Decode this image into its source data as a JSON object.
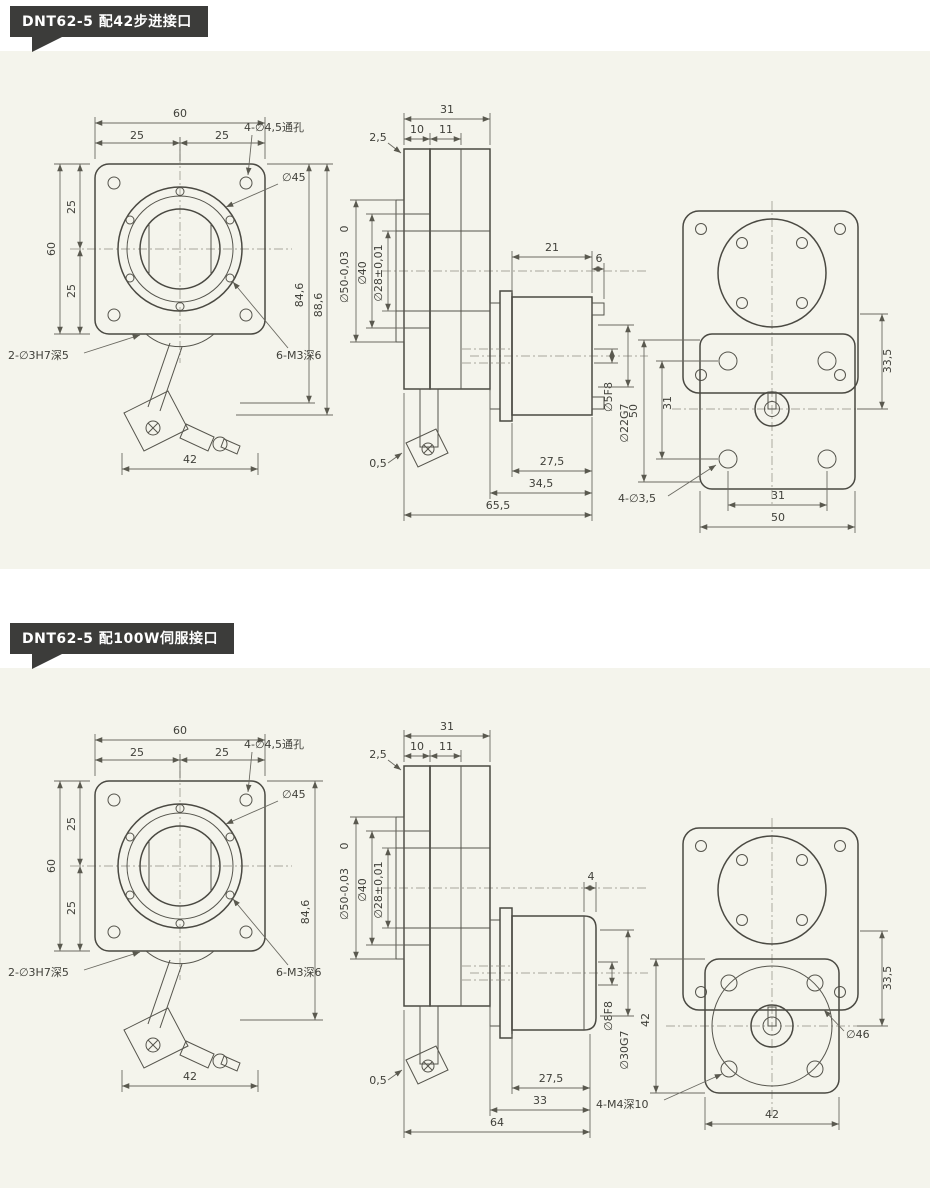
{
  "palette": {
    "panel_bg": "#f4f4ec",
    "badge_bg": "#3c3c3a",
    "badge_text": "#ffffff",
    "line": "#55544c",
    "dim": "#6b6a62",
    "text": "#40403a"
  },
  "sections": [
    {
      "title": "DNT62-5 配42步进接口",
      "front": {
        "dim_width_total": "60",
        "dim_width_left": "25",
        "dim_width_right": "25",
        "label_through_holes": "4-∅4,5通孔",
        "label_flange_dia": "∅45",
        "dim_height_total": "60",
        "dim_height_upper": "25",
        "dim_height_lower": "25",
        "label_pin_holes": "2-∅3H7深5",
        "label_tapped_holes": "6-M3深6",
        "dim_motor_width": "42",
        "dim_body_height": "84,6",
        "dim_overall_height": "88,6"
      },
      "side": {
        "dim_depth_total": "31",
        "dim_depth_plate": "10",
        "dim_depth_body": "11",
        "dim_step_front": "2,5",
        "tol_upper": "0",
        "dia_pilot": "∅50-0,03",
        "dia_recess": "∅40",
        "dia_bore": "∅28±0,01",
        "dim_motor_depth": "21",
        "dim_terminal_depth": "6",
        "dia_motor_shaft": "∅5F8",
        "dia_motor_spigot": "∅22G7",
        "dim_step_rear": "0,5",
        "dim_bottom_a": "27,5",
        "dim_bottom_b": "34,5",
        "dim_bottom_total": "65,5"
      },
      "rear": {
        "dim_left_outer": "50",
        "dim_left_inner": "31",
        "dim_right_offset": "33,5",
        "dim_bottom_inner": "31",
        "dim_bottom_outer": "50",
        "label_mount_holes": "4-∅3,5"
      }
    },
    {
      "title": "DNT62-5 配100W伺服接口",
      "front": {
        "dim_width_total": "60",
        "dim_width_left": "25",
        "dim_width_right": "25",
        "label_through_holes": "4-∅4,5通孔",
        "label_flange_dia": "∅45",
        "dim_height_total": "60",
        "dim_height_upper": "25",
        "dim_height_lower": "25",
        "label_pin_holes": "2-∅3H7深5",
        "label_tapped_holes": "6-M3深6",
        "dim_motor_width": "42",
        "dim_body_height": "84,6"
      },
      "side": {
        "dim_depth_total": "31",
        "dim_depth_plate": "10",
        "dim_depth_body": "11",
        "dim_step_front": "2,5",
        "tol_upper": "0",
        "dia_pilot": "∅50-0,03",
        "dia_recess": "∅40",
        "dia_bore": "∅28±0,01",
        "dim_motor_cap": "4",
        "dia_motor_shaft": "∅8F8",
        "dia_motor_spigot": "∅30G7",
        "dim_step_rear": "0,5",
        "dim_bottom_a": "27,5",
        "dim_bottom_b": "33",
        "dim_bottom_total": "64"
      },
      "rear": {
        "dim_left": "42",
        "dim_right_offset": "33,5",
        "dim_bottom": "42",
        "label_pcd": "∅46",
        "label_mount_screws": "4-M4深10"
      }
    }
  ]
}
